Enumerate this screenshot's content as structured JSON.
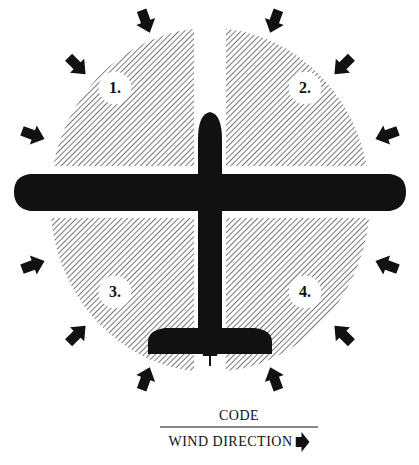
{
  "diagram": {
    "nodes": [
      {
        "text": [
          "1."
        ]
      },
      {
        "text": [
          "2."
        ]
      },
      {
        "text": [
          "3."
        ]
      },
      {
        "text": [
          "4."
        ]
      }
    ],
    "edges": [],
    "labels": [
      "CODE"
    ],
    "legend": [
      {
        "text": "WIND DIRECTION"
      }
    ]
  }
}
